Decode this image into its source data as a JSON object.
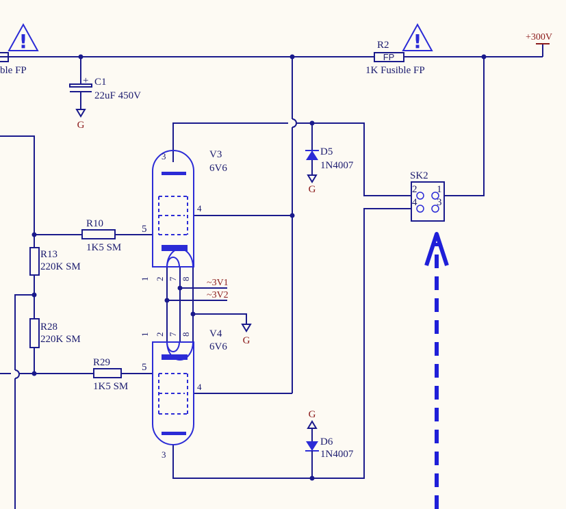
{
  "components": {
    "fuse_left": {
      "value": "ble FP"
    },
    "c1": {
      "ref": "C1",
      "value": "22uF 450V",
      "plus": "+"
    },
    "r2": {
      "ref": "R2",
      "value": "1K Fusible FP",
      "body": "FP"
    },
    "supply": {
      "label": "+300V"
    },
    "v3": {
      "ref": "V3",
      "value": "6V6",
      "pins": [
        "3",
        "4",
        "5",
        "1",
        "2",
        "7",
        "8"
      ]
    },
    "v4": {
      "ref": "V4",
      "value": "6V6",
      "pins": [
        "3",
        "4",
        "5",
        "1",
        "2",
        "7",
        "8"
      ]
    },
    "r10": {
      "ref": "R10",
      "value": "1K5 SM"
    },
    "r13": {
      "ref": "R13",
      "value": "220K SM"
    },
    "r28": {
      "ref": "R28",
      "value": "220K SM"
    },
    "r29": {
      "ref": "R29",
      "value": "1K5 SM"
    },
    "d5": {
      "ref": "D5",
      "value": "1N4007"
    },
    "d6": {
      "ref": "D6",
      "value": "1N4007"
    },
    "sk2": {
      "ref": "SK2",
      "pins": [
        "2",
        "1",
        "4",
        "3"
      ]
    },
    "heater": {
      "net1": "~3V1",
      "net2": "~3V2"
    }
  },
  "ground_label": "G",
  "warning_glyph": "!",
  "icons": [
    "warning-triangle-icon",
    "ground-icon",
    "dashed-arrow-icon"
  ],
  "colors": {
    "wire": "#1a1a8c",
    "tube": "#2b2bd6",
    "power_label": "#8b1a1a",
    "arrow": "#1f1fd8",
    "background": "#fdfaf3"
  }
}
